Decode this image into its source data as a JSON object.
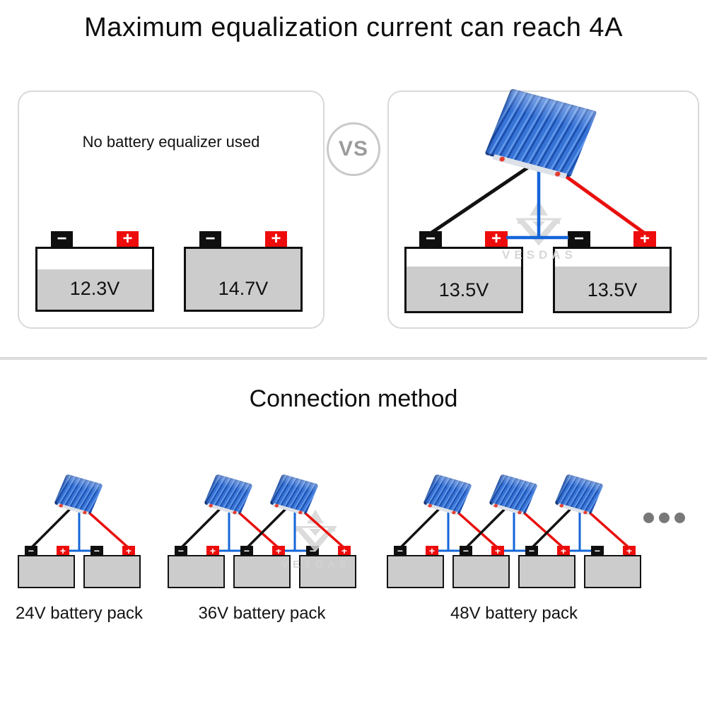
{
  "title": "Maximum equalization current can reach 4A",
  "comparison": {
    "vs_label": "VS",
    "without": {
      "caption": "No battery equalizer used",
      "batteries": [
        {
          "voltage": "12.3V",
          "fill_percent": 66
        },
        {
          "voltage": "14.7V",
          "fill_percent": 100
        }
      ]
    },
    "with_equalizer": {
      "device": "battery equalizer",
      "batteries": [
        {
          "voltage": "13.5V",
          "fill_percent": 72
        },
        {
          "voltage": "13.5V",
          "fill_percent": 72
        }
      ]
    }
  },
  "connection": {
    "heading": "Connection method",
    "packs": [
      {
        "label": "24V battery pack",
        "battery_count": 2,
        "equalizer_count": 1
      },
      {
        "label": "36V battery pack",
        "battery_count": 3,
        "equalizer_count": 2
      },
      {
        "label": "48V battery pack",
        "battery_count": 4,
        "equalizer_count": 3
      }
    ],
    "ellipsis_dots": 3
  },
  "terminals": {
    "minus": "−",
    "plus": "+"
  },
  "watermark": {
    "brand": "VESDAS"
  },
  "colors": {
    "battery_fill": "#cccccc",
    "terminal_negative": "#0f0f0f",
    "terminal_positive": "#ee0b0b",
    "wire_black": "#121212",
    "wire_red": "#e8100e",
    "wire_blue": "#1465d8",
    "panel_border": "#d9d9d9",
    "watermark_gray": "#d7d7d7"
  }
}
